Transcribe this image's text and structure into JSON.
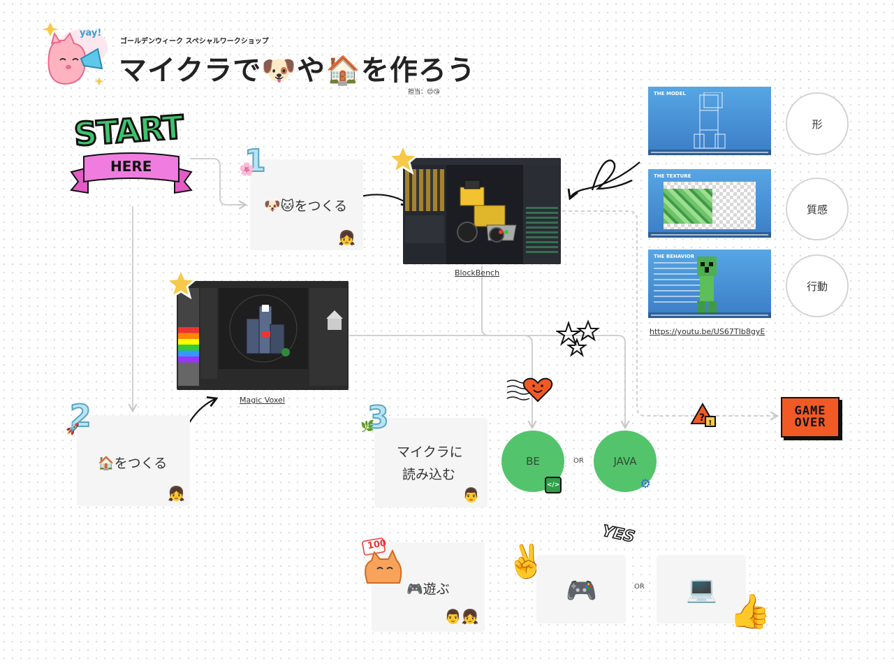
{
  "header": {
    "subtitle": "ゴールデンウィーク スペシャルワークショップ",
    "title_part1": "マイクラで",
    "title_emoji1": "🐶",
    "title_part2": "や",
    "title_emoji2": "🏠",
    "title_part3": "を作ろう",
    "owner": "担当：😌😘",
    "sticker_text": "yay!"
  },
  "start": {
    "line1": "START",
    "banner": "HERE"
  },
  "steps": {
    "step1": {
      "number": "1",
      "label": "🐶🐱をつくる",
      "avatar": "👧"
    },
    "step2": {
      "number": "2",
      "label": "🏠をつくる",
      "avatar": "👧"
    },
    "step3": {
      "number": "3",
      "label_line1": "マイクラに",
      "label_line2": "読み込む",
      "avatar": "👨"
    },
    "step4": {
      "label": "🎮遊ぶ",
      "avatar": "👨👧",
      "badge": "100"
    }
  },
  "screens": {
    "blockbench_caption": "BlockBench",
    "magicvoxel_caption": "Magic Voxel"
  },
  "videos": [
    {
      "title": "THE MODEL"
    },
    {
      "title": "THE TEXTURE"
    },
    {
      "title": "THE BEHAVIOR"
    }
  ],
  "video_link": "https://youtu.be/US67TIb8gyE",
  "concepts": [
    "形",
    "質感",
    "行動"
  ],
  "editions": {
    "be": "BE",
    "java": "JAVA",
    "or": "OR"
  },
  "devices": {
    "controller": "🎮",
    "laptop": "💻",
    "or": "OR"
  },
  "stickers": {
    "gameover_line1": "GAME",
    "gameover_line2": "OVER",
    "yes": "YES",
    "peace": "✌️",
    "thumbs": "👍"
  },
  "colors": {
    "green": "#53c46b",
    "banner_pink": "#f06fd8",
    "start_green": "#3ec46d",
    "gameover_red": "#f15a24"
  }
}
